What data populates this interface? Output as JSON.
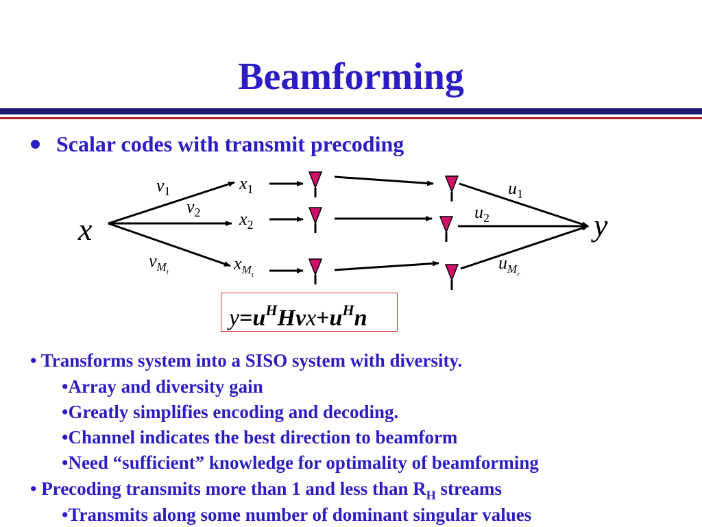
{
  "colors": {
    "text": "#2b1cc4",
    "rule_top": "#1a1a6e",
    "rule_red": "#b32222",
    "antenna": "#d0106a",
    "box_border": "#d93025",
    "arrows": "#000000"
  },
  "title": "Beamforming",
  "main_bullet": "Scalar codes with transmit precoding",
  "diagram": {
    "input": "x",
    "output": "y",
    "tx_weights": [
      {
        "base": "v",
        "sub": "1",
        "subsub": ""
      },
      {
        "base": "v",
        "sub": "2",
        "subsub": ""
      },
      {
        "base": "v",
        "sub": "M",
        "subsub": "t"
      }
    ],
    "tx_signals": [
      {
        "base": "x",
        "sub": "1",
        "subsub": ""
      },
      {
        "base": "x",
        "sub": "2",
        "subsub": ""
      },
      {
        "base": "x",
        "sub": "M",
        "subsub": "t"
      }
    ],
    "rx_weights": [
      {
        "base": "u",
        "sub": "1",
        "subsub": ""
      },
      {
        "base": "u",
        "sub": "2",
        "subsub": ""
      },
      {
        "base": "u",
        "sub": "M",
        "subsub": "r"
      }
    ],
    "antenna_icon": "antenna-icon"
  },
  "equation": {
    "y": "y",
    "eq": "=",
    "u1": "u",
    "h1": "H",
    "H": "H",
    "v": "v",
    "x": "x",
    "plus": "+",
    "u2": "u",
    "h2": "H",
    "n": "n"
  },
  "points": [
    {
      "marker": "•",
      "text": "Transforms system into a SISO system with diversity."
    },
    {
      "marker": "•",
      "text": "Array and diversity gain"
    },
    {
      "marker": "•",
      "text": "Greatly simplifies encoding and decoding."
    },
    {
      "marker": "•",
      "text": "Channel indicates the best direction to beamform"
    },
    {
      "marker": "•",
      "text": "Need “sufficient” knowledge for optimality of  beamforming"
    },
    {
      "marker": "•",
      "text": "Precoding transmits more than 1 and less than R",
      "sub": "H",
      "tail": " streams"
    },
    {
      "marker": "•",
      "text": "Transmits along some number of  dominant singular values"
    }
  ]
}
